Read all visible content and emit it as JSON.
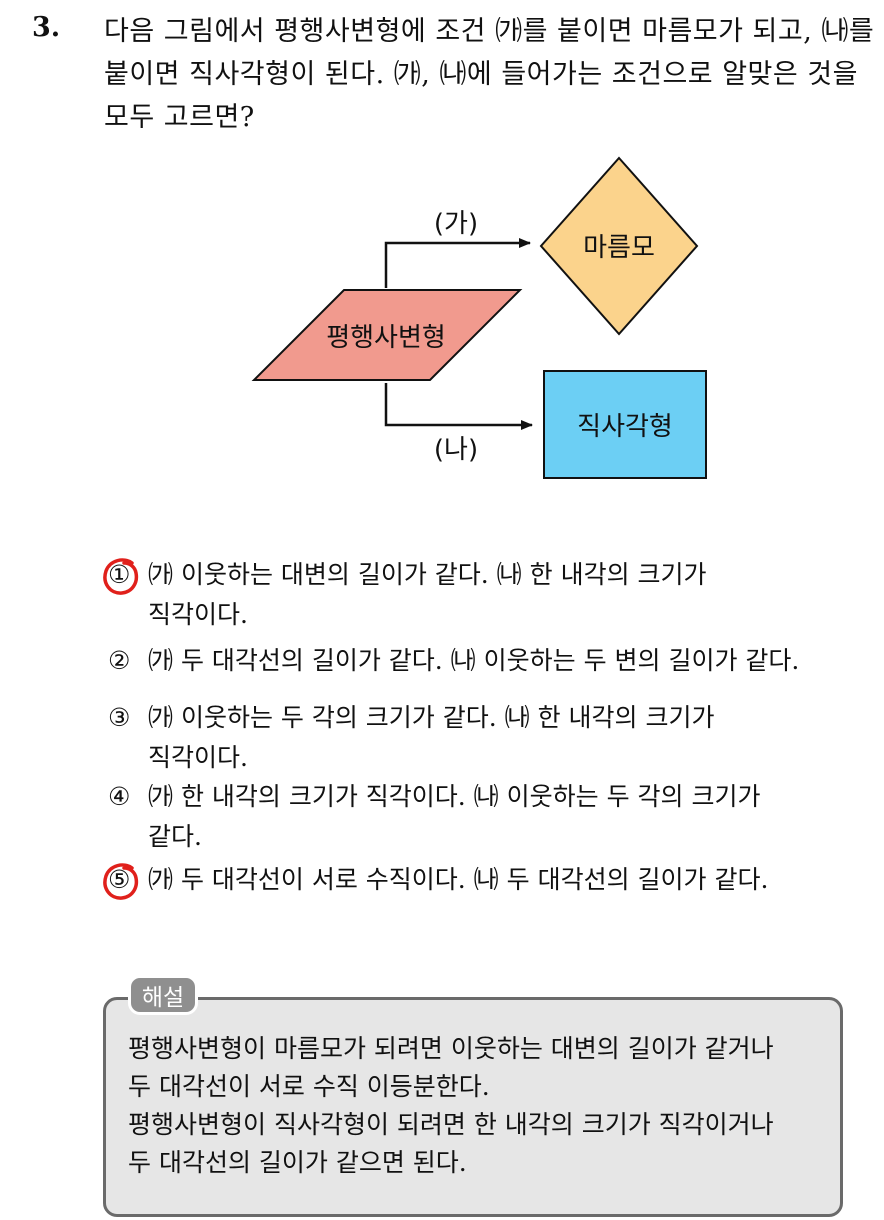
{
  "question": {
    "number": "3.",
    "lines": [
      "다음 그림에서 평행사변형에 조건 ㈎를 붙이면 마름모가 되고, ㈏를",
      "붙이면 직사각형이 된다. ㈎, ㈏에 들어가는 조건으로 알맞은 것을",
      "모두 고르면?"
    ]
  },
  "diagram": {
    "source": "평행사변형",
    "condition_a": "(가)",
    "condition_b": "(나)",
    "target_a": "마름모",
    "target_b": "직사각형",
    "colors": {
      "parallelogram": "#f19a8e",
      "rhombus": "#fbd38c",
      "rectangle": "#6ccff4",
      "answer_mark": "#e0201b"
    }
  },
  "choices": [
    {
      "num": "①",
      "line1": "㈎ 이웃하는 대변의 길이가 같다. ㈏ 한 내각의 크기가",
      "line2": "직각이다.",
      "marked": true
    },
    {
      "num": "②",
      "line1": "㈎ 두 대각선의 길이가 같다. ㈏ 이웃하는 두 변의 길이가 같다.",
      "line2": "",
      "marked": false
    },
    {
      "num": "③",
      "line1": "㈎ 이웃하는 두 각의 크기가 같다. ㈏ 한 내각의 크기가",
      "line2": "직각이다.",
      "marked": false
    },
    {
      "num": "④",
      "line1": "㈎ 한 내각의 크기가 직각이다. ㈏ 이웃하는 두 각의 크기가",
      "line2": "같다.",
      "marked": false
    },
    {
      "num": "⑤",
      "line1": "㈎ 두 대각선이 서로 수직이다. ㈏ 두 대각선의 길이가 같다.",
      "line2": "",
      "marked": true
    }
  ],
  "solution": {
    "label": "해설",
    "lines": [
      "평행사변형이 마름모가 되려면 이웃하는 대변의 길이가 같거나",
      "두 대각선이 서로 수직 이등분한다.",
      "평행사변형이 직사각형이 되려면 한 내각의 크기가 직각이거나",
      "두 대각선의 길이가 같으면 된다."
    ]
  }
}
